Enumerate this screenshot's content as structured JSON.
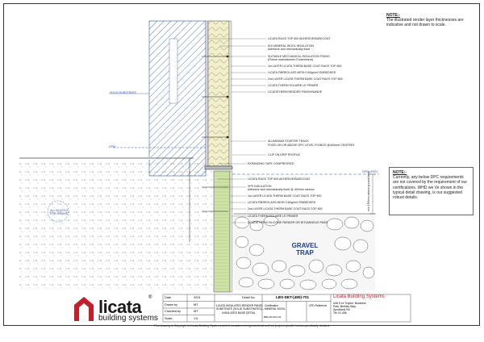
{
  "notes": {
    "note1_heading": "NOTE:-",
    "note1_text": "The illustrated render layer thicknesses are indicative and not drawn to scale.",
    "note2_heading": "NOTE:-",
    "note2_text": "Currently, any below DPC requirements are not covered by the requirement of our certifications. WHD we Ve shown in the typical detail drawing, is our suggested robust details."
  },
  "labels": {
    "solid_substrate": "SOLID SUBSTRATE",
    "dpm": "DPM",
    "dpc_level": "DPC LEVEL",
    "all_blocks": "ALL BLOCKS FOR DRAINS",
    "gravel_trap_line1": "GRAVEL",
    "gravel_trap_line2": "TRAP",
    "min_150": "min 150mm above ground level"
  },
  "callouts_upper": [
    "LICATA RAGS TOP 800 ADHESIVE/BASECOAT",
    "EHI MINERAL WOOL INSULATION",
    "Adhesive and mechanically fixed",
    "SUITABLE MECHANICAL INSULATION FIXING",
    "(Fixture manufacturer Embedment)",
    "1st LAYER LICATA THERM BASE COAT RAGS TOP 800",
    "LICATA FIBREGLASS MESH 160gr/m2 EMBEDDED",
    "2nd LAYER LICATA THERM BASE COAT RAGS TOP 800",
    "LICATA THERM SOLAIRE LE PRIMER",
    "LICATATHERM RENDER FINISH/NANDE"
  ],
  "callouts_middle": [
    "ALUMINIUM STARTER TRACK",
    "FIXED ON OR ABOVE DPC LEVEL FIXINGS @400mm CENTRES",
    "CLIP ON DRIP PROFILE"
  ],
  "callouts_lower": [
    "EXPANDING TAPE COMPRESSED",
    "LICATA RAGS TOP 800 ADHESIVE/BASECOAT",
    "XPS INSULATION",
    "Adhesive and mechanically fixed @ 400mm centres",
    "1st LAYER LICATA THERM BASE COAT RAGS TOP 800",
    "LICATA FIBREGLASS MESH 160gr/m2 EMBEDDED",
    "2nd LAYER LICATA THERM BASE COAT RAGS TOP 800",
    "LICATA THERM SOLAIRE LE PRIMER",
    "LICATATHERM SILICONE RENDER OR BITUMINOUS PAINT"
  ],
  "titleblock": {
    "date_label": "Date",
    "date_value": "2024",
    "drawn_label": "Drawn by",
    "drawn_value": "MT",
    "checked_label": "Checked by",
    "checked_value": "MT",
    "scale_label": "Scale",
    "scale_value": "1:5",
    "detail_label": "Detail No.",
    "detail_value": "LBS-DET-(480)-701",
    "title_line1": "LICATA INSULATED RENDER PANEL",
    "title_line2": "SUBSTRATE (SOLID SUBSTRATES) - MINERAL WOOL",
    "title_line3": "INSULATED BASE DETAIL",
    "certification_label": "Certification",
    "certification_value": "BBA-00-00-0-01",
    "cpd_label": "CPD Reference",
    "company_name": "Licata Building Systems",
    "address_line1": "Unit 9 Le Trophe, Business",
    "address_line2": "Park, Berkley Way,",
    "address_line3": "Spodsend Rd",
    "address_line4": "Tel: 01 456"
  },
  "logo": {
    "word": "licata",
    "registered": "®",
    "sub": "building systems"
  },
  "copyright": "This drawing is Copyright to Licata Building Systems and is considered a typical detail and not project specific unless specifically detailed.",
  "colors": {
    "brand_red": "#c41e2a",
    "insulation_green": "#8ab84a",
    "hatch_blue": "#3355aa",
    "company_red": "#c41e2a"
  }
}
